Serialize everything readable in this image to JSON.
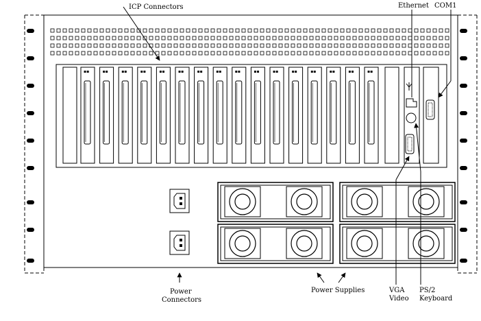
{
  "labels": {
    "icp_connectors": "ICP Connectors",
    "ethernet": "Ethernet",
    "com1": "COM1",
    "power_connectors_line1": "Power",
    "power_connectors_line2": "Connectors",
    "power_supplies": "Power Supplies",
    "vga_line1": "VGA",
    "vga_line2": "Video",
    "ps2_line1": "PS/2",
    "ps2_line2": "Keyboard"
  },
  "components": {
    "icp_slot_count": 16,
    "blank_slot_count": 2,
    "power_connector_count": 2,
    "power_supply_count": 4,
    "fans_per_power_supply": 2,
    "grille_rows": 4
  }
}
